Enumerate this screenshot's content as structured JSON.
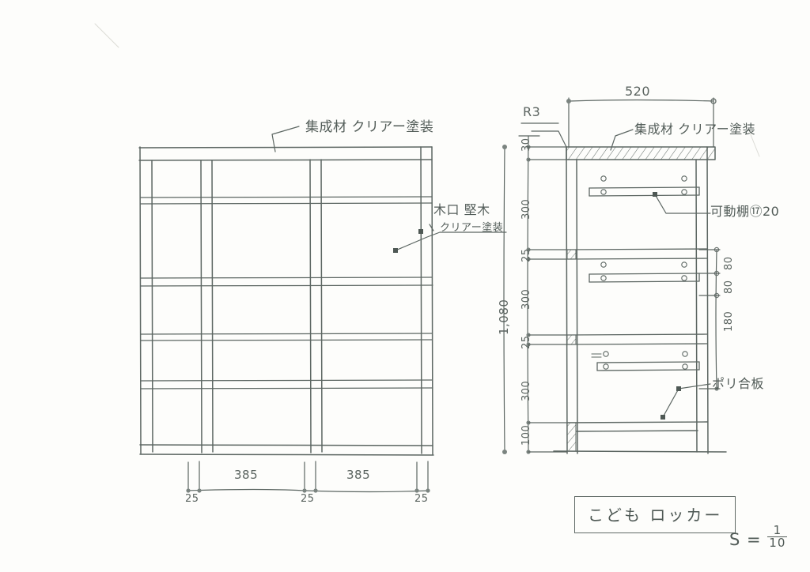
{
  "drawing": {
    "title": "こども ロッカー",
    "scale_label": "S =",
    "scale_numerator": "1",
    "scale_denominator": "10",
    "paper_color": "#fdfdfb",
    "ink_color": "#56605c"
  },
  "elevation": {
    "name": "elevation-view",
    "top_note": "集成材 クリアー塗装",
    "edge_note_line1": "木口 堅木",
    "edge_note_line2": "クリアー塗装",
    "bottom_dimensions": [
      {
        "label": "25",
        "kind": "thickness"
      },
      {
        "label": "385",
        "kind": "bay"
      },
      {
        "label": "25",
        "kind": "thickness"
      },
      {
        "label": "385",
        "kind": "bay"
      },
      {
        "label": "25",
        "kind": "thickness"
      }
    ]
  },
  "section": {
    "name": "section-view",
    "top_width": "520",
    "radius_note": "R3",
    "top_note": "集成材 クリアー塗装",
    "shelf_note": "可動棚⑰20",
    "panel_note": "ポリ合板",
    "overall_height": "1,080",
    "height_chain": [
      "30",
      "300",
      "25",
      "300",
      "25",
      "300",
      "100"
    ],
    "pin_dimensions": [
      "80",
      "80",
      "180"
    ]
  }
}
